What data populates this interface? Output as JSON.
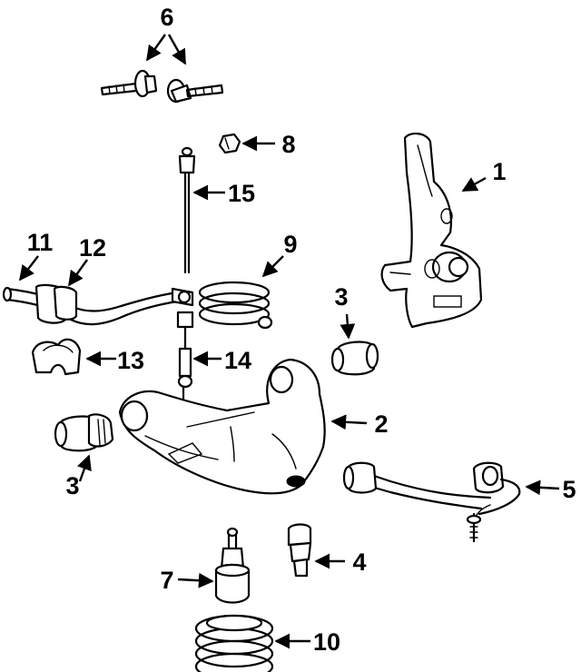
{
  "colors": {
    "line": "#000000",
    "background": "#ffffff"
  },
  "callouts": [
    {
      "id": "c1",
      "text": "1"
    },
    {
      "id": "c2",
      "text": "2"
    },
    {
      "id": "c3a",
      "text": "3"
    },
    {
      "id": "c3b",
      "text": "3"
    },
    {
      "id": "c4",
      "text": "4"
    },
    {
      "id": "c5",
      "text": "5"
    },
    {
      "id": "c6",
      "text": "6"
    },
    {
      "id": "c7",
      "text": "7"
    },
    {
      "id": "c8",
      "text": "8"
    },
    {
      "id": "c9",
      "text": "9"
    },
    {
      "id": "c10",
      "text": "10"
    },
    {
      "id": "c11",
      "text": "11"
    },
    {
      "id": "c12",
      "text": "12"
    },
    {
      "id": "c13",
      "text": "13"
    },
    {
      "id": "c14",
      "text": "14"
    },
    {
      "id": "c15",
      "text": "15"
    }
  ]
}
